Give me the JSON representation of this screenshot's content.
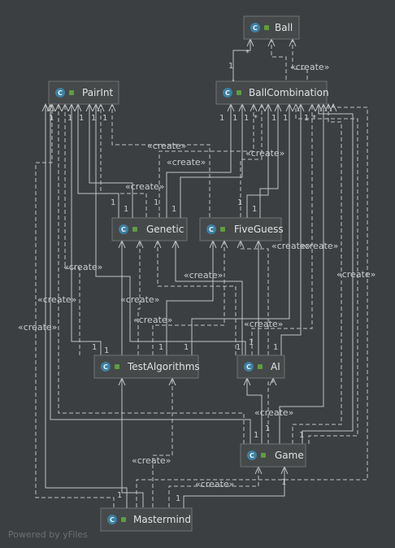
{
  "classes": {
    "ball": "Ball",
    "pairint": "PairInt",
    "ballcombination": "BallCombination",
    "genetic": "Genetic",
    "fiveguess": "FiveGuess",
    "testalgorithms": "TestAlgorithms",
    "ai": "AI",
    "game": "Game",
    "mastermind": "Mastermind"
  },
  "class_icon_letter": "C",
  "create_label": "«create»",
  "mult": {
    "one": "1",
    "many": "*"
  },
  "footer": "Powered by yFiles",
  "colors": {
    "background": "#3c3f41",
    "box_fill": "#45494a",
    "box_border": "#6f7274",
    "edge": "#bfc1c2",
    "class_icon": "#3d7fa3",
    "lock_icon": "#5e9e3e"
  },
  "icons": [
    "class-icon",
    "lock-icon",
    "diamond-icon",
    "arrowhead-icon"
  ]
}
